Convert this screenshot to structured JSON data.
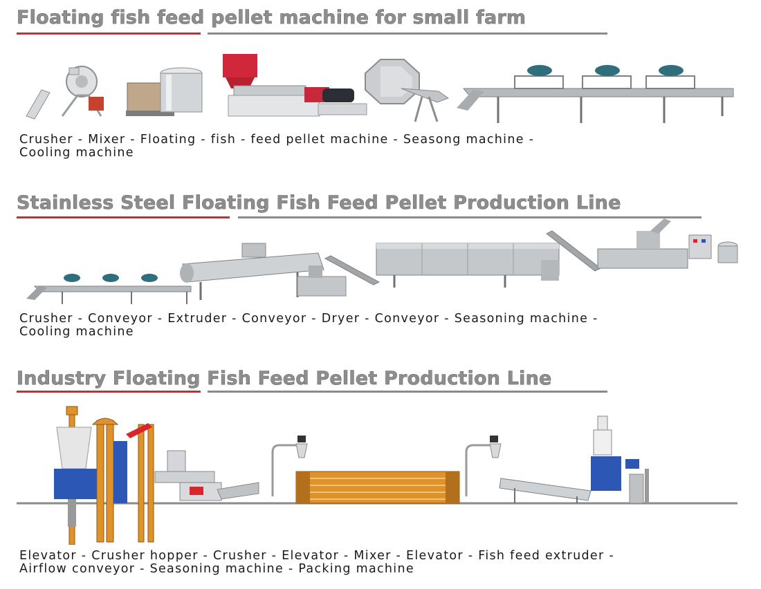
{
  "sections": [
    {
      "title": "Floating fish feed pellet machine for small farm",
      "caption_line1": "Crusher - Mixer - Floating - fish - feed pellet machine - Seasong machine -",
      "caption_line2": "Cooling machine"
    },
    {
      "title": "Stainless Steel Floating Fish Feed Pellet Production Line",
      "caption_line1": "Crusher - Conveyor - Extruder - Conveyor - Dryer - Conveyor - Seasoning machine -",
      "caption_line2": "Cooling machine"
    },
    {
      "title": "Industry Floating Fish Feed Pellet Production Line",
      "caption_line1": "Elevator - Crusher hopper - Crusher - Elevator - Mixer - Elevator - Fish feed extruder -",
      "caption_line2": "Airflow conveyor - Seasoning machine - Packing machine"
    }
  ],
  "colors": {
    "heading": "#8e8e8e",
    "accent_rule": "#d8262b",
    "gray_rule": "#8a8a8a",
    "steel": "#c9ccce",
    "elevator_orange": "#e0922a",
    "machine_blue": "#2d57b5"
  }
}
